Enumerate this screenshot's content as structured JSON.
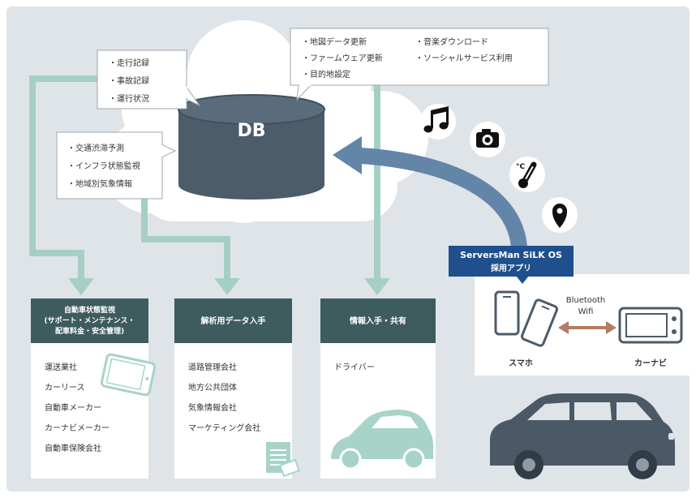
{
  "cloud": {
    "database": {
      "label": "DB"
    },
    "callout_travel_records": {
      "items": [
        "・走行記録",
        "・事故記録",
        "・運行状況"
      ]
    },
    "callout_analysis": {
      "items": [
        "・交通渋滞予測",
        "・インフラ状態監視",
        "・地域別気象情報"
      ]
    },
    "callout_services": {
      "left_items": [
        "・地図データ更新",
        "・ファームウェア更新",
        "・目的地設定"
      ],
      "right_items": [
        "・音楽ダウンロード",
        "・ソーシャルサービス利用"
      ]
    }
  },
  "sensor_icons": {
    "music": "music-note-icon",
    "camera": "camera-icon",
    "thermometer": "thermometer-icon",
    "thermometer_unit": "°C",
    "location": "location-pin-icon"
  },
  "app_label": {
    "line1": "ServersMan SiLK OS",
    "line2": "採用アプリ"
  },
  "devices": {
    "connection_line1": "Bluetooth",
    "connection_line2": "Wifi",
    "smartphone_label": "スマホ",
    "car_navigation_label": "カーナビ",
    "smartphone_icon": "smartphone-icon",
    "car_navigation_icon": "car-navigation-icon",
    "vehicle_icon": "car-icon"
  },
  "boxes": [
    {
      "header": [
        "自動車状態監視",
        "(サポート・メンテナンス・",
        "配車料金・安全管理)"
      ],
      "items": [
        "運送業社",
        "カーリース",
        "自動車メーカー",
        "カーナビメーカー",
        "自動車保険会社"
      ],
      "icon": "tablet-icon"
    },
    {
      "header": [
        "解析用データ入手"
      ],
      "items": [
        "道路管理会社",
        "地方公共団体",
        "気象情報会社",
        "マーケティング会社"
      ],
      "icon": "document-icon"
    },
    {
      "header": [
        "情報入手・共有"
      ],
      "items": [
        "ドライバー"
      ],
      "icon": "car-icon"
    }
  ],
  "colors": {
    "panel_background": "#dfe4e9",
    "teal_arrow": "#a6cfc3",
    "db_cylinder": "#4c5c6b",
    "app_label_background": "#1f4f8c",
    "box_header": "#3e5b5d",
    "blue_arrow": "#6385a8",
    "connection_arrow": "#b67b63",
    "car_body": "#4b5866",
    "accent_teal": "#a8d3c9"
  }
}
